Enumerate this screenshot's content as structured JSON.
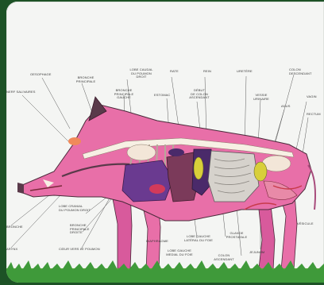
{
  "labels": {
    "oesophage": "OESOPHAGE",
    "bronche_principale_top": "BRONCHE\nPRINCIPALE",
    "lobe_caudal_poumon_droit": "LOBE CAUDAL\nDU POUMON\nDROIT",
    "rate": "RATE",
    "rein": "REIN",
    "uretere": "URETÈRE",
    "colon_descendant": "COLON DESCENDANT",
    "nerf_salivaires": "NERF SALIVAIRES",
    "bronche_principale_gauche": "BRONCHE\nPRINCIPALE\nGAUCHE",
    "estomac": "ESTOMAC",
    "debut_colon_ascendant": "DÉBUT\nDE COLON\nASCENDANT",
    "vessie_urinaire": "VESSIE\nURINAIRE",
    "anus": "ANUS",
    "vagin": "VAGIN",
    "rectum": "RECTUM",
    "lobe_cranial_poumon_droit": "LOBE CRANIAL\nDU POUMON DROIT",
    "bronche_principale_droite": "BRONCHE\nPRINCIPALE\nDROITE",
    "coeur": "CŒUR vers le POUMON",
    "diaphragme": "DIAPHRAGME",
    "lobe_gauche_lateral_foie": "LOBE GAUCHE\nLATÉRAL du FOIE",
    "lobe_gauche_median_foie": "LOBE GAUCHE\nMEDIAL du FOIE",
    "colon_ascendant": "COLON\nASCENDANT",
    "glande_prostatale": "GLANDE\nPROSTATALE",
    "jejunum": "JEJUNUM",
    "vesicule": "VÉSICULE",
    "left_edge_1": "BRONCHE",
    "left_edge_2": "ARYNX"
  },
  "colors": {
    "background_green": "#1d5226",
    "board": "#f4f5f3",
    "skin_pink": "#e86fa8",
    "skin_dark": "#c95494",
    "organ_purple": "#5a3a8a",
    "liver": "#7b3a5a",
    "stomach_yellow": "#d8cf3a",
    "intestine_grey": "#c9c6c0",
    "skeleton": "#f7f0e4",
    "snout_red": "#e0604a",
    "grass": "#3f9a3a"
  }
}
